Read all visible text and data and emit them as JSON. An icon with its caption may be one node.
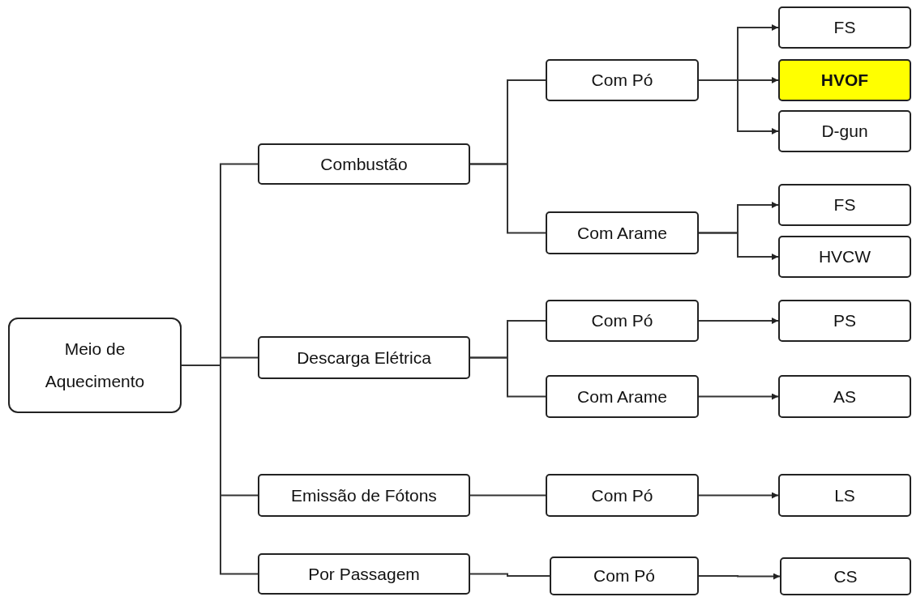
{
  "diagram": {
    "nodes": [
      {
        "text": [
          "Meio de Aquecimento"
        ]
      },
      {
        "text": [
          "Combustão"
        ]
      },
      {
        "text": [
          "Descarga Elétrica"
        ]
      },
      {
        "text": [
          "Emissão de Fótons"
        ]
      },
      {
        "text": [
          "Por Passagem"
        ]
      },
      {
        "text": [
          "Com Pó"
        ]
      },
      {
        "text": [
          "Com Arame"
        ]
      },
      {
        "text": [
          "Com Pó"
        ]
      },
      {
        "text": [
          "Com Arame"
        ]
      },
      {
        "text": [
          "Com Pó"
        ]
      },
      {
        "text": [
          "Com Pó"
        ]
      },
      {
        "text": [
          "FS"
        ]
      },
      {
        "text": [
          "HVOF"
        ]
      },
      {
        "text": [
          "D-gun"
        ]
      },
      {
        "text": [
          "FS"
        ]
      },
      {
        "text": [
          "HVCW"
        ]
      },
      {
        "text": [
          "PS"
        ]
      },
      {
        "text": [
          "AS"
        ]
      },
      {
        "text": [
          "LS"
        ]
      },
      {
        "text": [
          "CS"
        ]
      }
    ],
    "edges": [
      {
        "from": 0,
        "to": 1,
        "arrow": "none"
      },
      {
        "from": 0,
        "to": 2,
        "arrow": "none"
      },
      {
        "from": 0,
        "to": 3,
        "arrow": "none"
      },
      {
        "from": 0,
        "to": 4,
        "arrow": "none"
      },
      {
        "from": 1,
        "to": 5,
        "arrow": "none"
      },
      {
        "from": 1,
        "to": 6,
        "arrow": "none"
      },
      {
        "from": 2,
        "to": 7,
        "arrow": "none"
      },
      {
        "from": 2,
        "to": 8,
        "arrow": "none"
      },
      {
        "from": 3,
        "to": 9,
        "arrow": "none"
      },
      {
        "from": 4,
        "to": 10,
        "arrow": "none"
      },
      {
        "from": 5,
        "to": 11,
        "arrow": "to"
      },
      {
        "from": 5,
        "to": 12,
        "arrow": "to"
      },
      {
        "from": 5,
        "to": 13,
        "arrow": "to"
      },
      {
        "from": 6,
        "to": 14,
        "arrow": "to"
      },
      {
        "from": 6,
        "to": 15,
        "arrow": "to"
      },
      {
        "from": 7,
        "to": 16,
        "arrow": "to"
      },
      {
        "from": 8,
        "to": 17,
        "arrow": "to"
      },
      {
        "from": 9,
        "to": 18,
        "arrow": "to"
      },
      {
        "from": 10,
        "to": 19,
        "arrow": "to"
      }
    ]
  }
}
